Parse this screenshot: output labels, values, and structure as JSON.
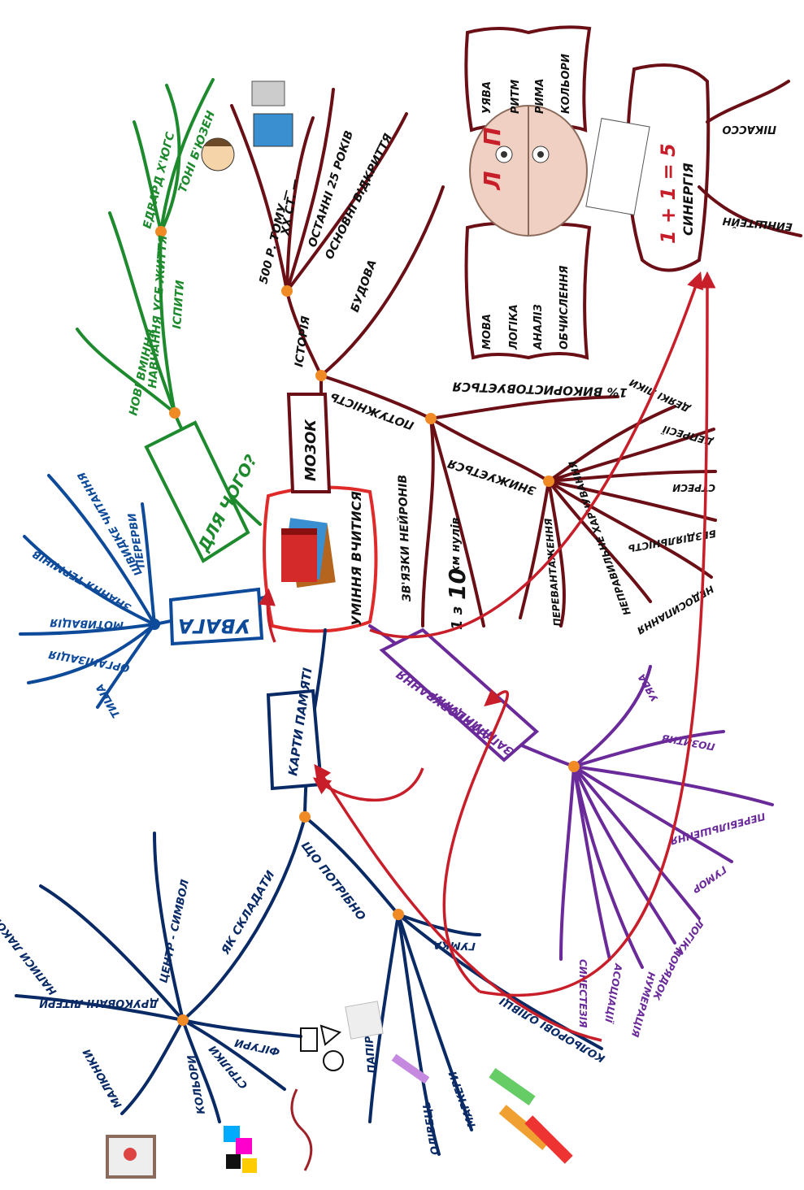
{
  "center": {
    "title": "УМІННЯ ВЧИТИСЯ"
  },
  "attention": {
    "title": "УВАГА",
    "items": [
      "ТИША",
      "ОРГАНІЗАЦІЯ",
      "МОТИВАЦІЯ",
      "ЗНАННЯ ТЕРМІНІВ",
      "ШВИДКЕ ЧИТАННЯ",
      "ПЕРЕРВИ"
    ]
  },
  "why": {
    "title": "ДЛЯ ЧОГО?",
    "items": [
      "НОВІ ВМІННЯ",
      "НАВЧАННЯ УСЕ ЖИТТЯ",
      "ІСПИТИ",
      "ЕДВАРД Х'ЮГС",
      "ТОНІ Б'ЮЗЕН"
    ]
  },
  "brain": {
    "title": "МОЗОК",
    "history": {
      "label": "ІСТОРІЯ",
      "items": [
        "500 Р. ТОМУ —",
        "XX СТ. —",
        "ОСТАННІ 25 РОКІВ",
        "ОСНОВНІ ВІДКРИТТЯ"
      ]
    },
    "structure": {
      "label": "БУДОВА"
    },
    "left_hemisphere": {
      "letter": "Л",
      "items": [
        "МОВА",
        "ЛОГІКА",
        "АНАЛІЗ",
        "ОБЧИСЛЕННЯ"
      ]
    },
    "right_hemisphere": {
      "letter": "П",
      "items": [
        "УЯВА",
        "РИТМ",
        "РИМА",
        "КОЛЬОРИ"
      ]
    },
    "synergy": {
      "formula": "1 + 1 = 5",
      "label": "СИНЕРГІЯ",
      "items": [
        "ПІКАССО",
        "ЕЙНШТЕЙН"
      ]
    },
    "power": {
      "label": "ПОТУЖНІСТЬ",
      "used": "1% ВИКОРИСТОВУЄТЬСЯ",
      "connections": "ЗВ'ЯЗКИ НЕЙРОНІВ",
      "zeros_1": "1 з",
      "zeros_10": "10",
      "zeros_rest": "км нулів",
      "decrease": {
        "label": "ЗНИЖУЄТЬСЯ",
        "items": [
          "ДЕЯКІ ЛІКИ",
          "ДЕПРЕСІЇ",
          "СТРЕСИ",
          "БЕЗДІЯЛЬНІСТЬ",
          "НЕДОСИПАННЯ",
          "НЕПРАВИЛЬНЕ ХАРЧУВАННЯ",
          "ПЕРЕВАНТАЖЕННЯ"
        ]
      }
    }
  },
  "memory": {
    "title": "ПРИНЦИПИ ЗАПАМ'ЯТОВУВАННЯ",
    "title_line1": "ПРИНЦИПИ",
    "title_line2": "ЗАПАМ'ЯТОВУВАННЯ",
    "items": [
      "УЯВА",
      "ПОЗИТИВ",
      "ПЕРЕБІЛЬШЕННЯ",
      "ГУМОР",
      "ЛОГІКА",
      "ПОРЯДОК",
      "НУМЕРАЦІЯ",
      "АСОЦІАЦІЇ",
      "СИНЕСТЕЗІЯ"
    ]
  },
  "mindmaps": {
    "title": "КАРТИ ПАМ'ЯТІ",
    "how": {
      "label": "ЯК СКЛАДАТИ",
      "items": [
        "ЦЕНТР - СИМВОЛ",
        "НАПИСИ ЛАКОНІЧНІ",
        "ДРУКОВАНІ ЛІТЕРИ",
        "МАЛЮНКИ",
        "КОЛЬОРИ",
        "СТРІЛКИ",
        "ФІГУРИ"
      ]
    },
    "need": {
      "label": "ЩО ПОТРІБНО",
      "items": [
        "ГУМКА",
        "КОЛЬОРОВІ ОЛІВЦІ",
        "МАРКЕРИ",
        "ОЛІВЕЦЬ",
        "ПАПІР"
      ]
    }
  },
  "colors": {
    "green": "#1e8a2e",
    "blue": "#0e4a9a",
    "navy": "#0a2a66",
    "maroon": "#6b0f16",
    "purple": "#6a2a9a",
    "red": "#c81e2a",
    "node": "#f08a24"
  }
}
